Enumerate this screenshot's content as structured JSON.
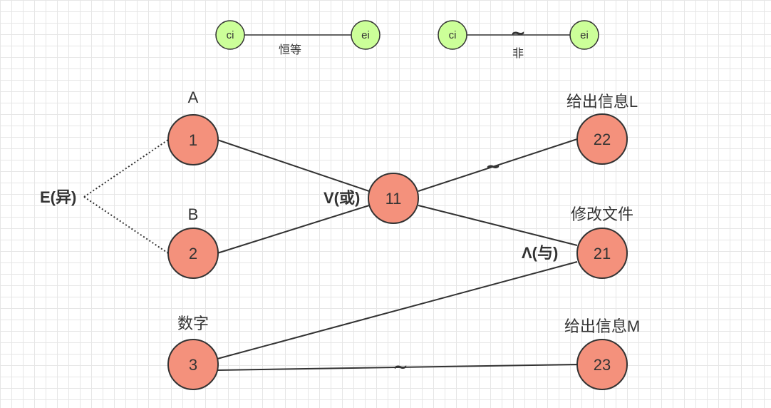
{
  "legend": {
    "identity": {
      "left_node": "ci",
      "right_node": "ei",
      "label": "恒等"
    },
    "negation": {
      "left_node": "ci",
      "right_node": "ei",
      "symbol": "~",
      "label": "非"
    }
  },
  "nodes": {
    "n1": {
      "id": "1",
      "label": "A"
    },
    "n2": {
      "id": "2",
      "label": "B"
    },
    "n3": {
      "id": "3",
      "label": "数字"
    },
    "n11": {
      "id": "11"
    },
    "n21": {
      "id": "21",
      "label": "修改文件"
    },
    "n22": {
      "id": "22",
      "label": "给出信息L"
    },
    "n23": {
      "id": "23",
      "label": "给出信息M"
    }
  },
  "operators": {
    "exclusive": "E(异)",
    "or": "V(或)",
    "and": "Λ(与)",
    "not_to_22": "~",
    "not_to_23": "~"
  },
  "colors": {
    "main_node_fill": "#f4917c",
    "legend_node_fill": "#ccff99",
    "stroke": "#333333",
    "grid": "#e6e6e6"
  }
}
